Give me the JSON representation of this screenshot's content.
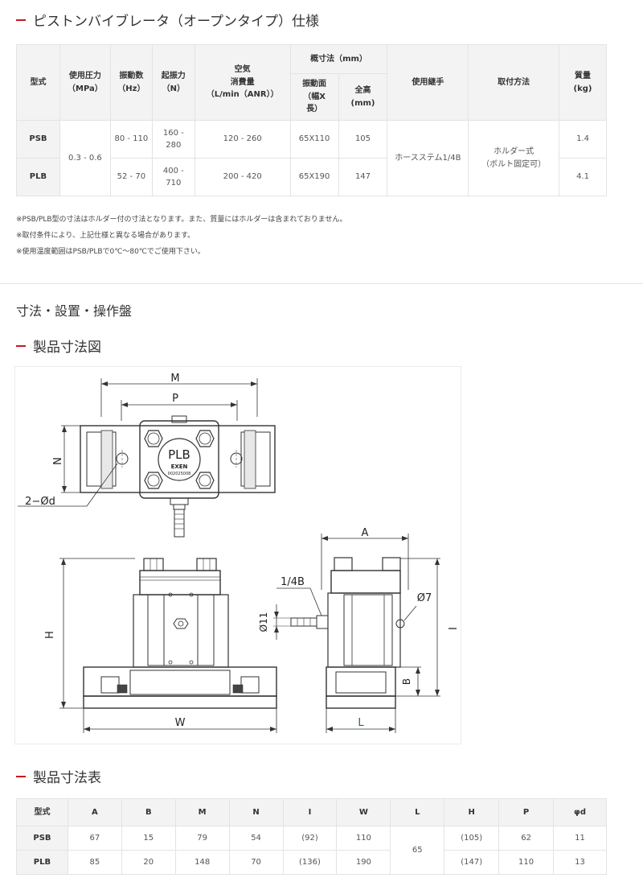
{
  "headings": {
    "spec": "ピストンバイブレータ（オープンタイプ）仕様",
    "section": "寸法・設置・操作盤",
    "drawing": "製品寸法図",
    "dim_table": "製品寸法表"
  },
  "spec_table": {
    "col_model": "型式",
    "col_pressure": "使用圧力\n（MPa）",
    "col_freq": "振動数\n（Hz）",
    "col_force": "起振力\n（N）",
    "col_air": "空気\n消費量\n（L/min（ANR））",
    "col_dims": "概寸法（mm）",
    "col_face": "振動面\n（幅X\n長）",
    "col_height": "全高\n(mm)",
    "col_fitting": "使用継手",
    "col_mount": "取付方法",
    "col_mass": "質量\n(kg)",
    "pressure": "0.3 - 0.6",
    "fitting": "ホースステム1/4B",
    "mount": "ホルダー式\n（ボルト固定可）",
    "rows": [
      {
        "model": "PSB",
        "freq": "80 - 110",
        "force": "160 -\n280",
        "air": "120 - 260",
        "face": "65X110",
        "height": "105",
        "mass": "1.4"
      },
      {
        "model": "PLB",
        "freq": "52 - 70",
        "force": "400 -\n710",
        "air": "200 - 420",
        "face": "65X190",
        "height": "147",
        "mass": "4.1"
      }
    ]
  },
  "notes": [
    "※PSB/PLB型の寸法はホルダー付の寸法となります。また、質量にはホルダーは含まれておりません。",
    "※取付条件により、上記仕様と異なる場合があります。",
    "※使用温度範囲はPSB/PLBで0℃～80℃でご使用下さい。"
  ],
  "drawing": {
    "label_M": "M",
    "label_P": "P",
    "label_N": "N",
    "label_hole": "2−Ød",
    "label_model": "PLB",
    "label_brand": "EXEN",
    "label_serial": "002025008",
    "label_H": "H",
    "label_W": "W",
    "label_A": "A",
    "label_port": "1/4B",
    "label_d11": "Ø11",
    "label_d7": "Ø7",
    "label_I": "I",
    "label_B": "B",
    "label_L": "L",
    "accent_L": "#2e6b30",
    "accent_red": "#c8161d"
  },
  "dim_table": {
    "headers": [
      "型式",
      "A",
      "B",
      "M",
      "N",
      "I",
      "W",
      "L",
      "H",
      "P",
      "φd"
    ],
    "L_value": "65",
    "rows": [
      {
        "model": "PSB",
        "A": "67",
        "B": "15",
        "M": "79",
        "N": "54",
        "I": "(92)",
        "W": "110",
        "H": "(105)",
        "P": "62",
        "d": "11"
      },
      {
        "model": "PLB",
        "A": "85",
        "B": "20",
        "M": "148",
        "N": "70",
        "I": "(136)",
        "W": "190",
        "H": "(147)",
        "P": "110",
        "d": "13"
      }
    ]
  }
}
